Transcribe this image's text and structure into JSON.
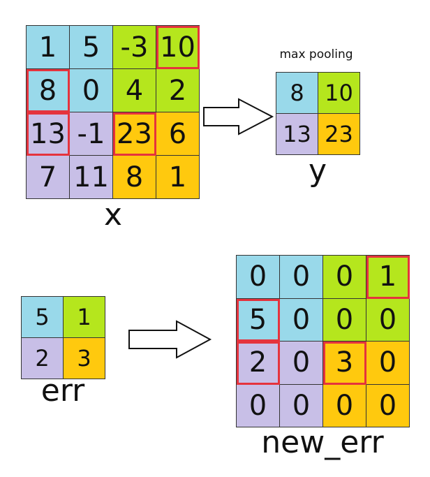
{
  "colors": {
    "blue": "#99d9ea",
    "green": "#b5e61d",
    "purple": "#c8bfe7",
    "yellow": "#ffc90e",
    "highlight": "#e5333d"
  },
  "x_grid": {
    "caption": "x",
    "cells": [
      [
        {
          "v": "1",
          "c": "blue"
        },
        {
          "v": "5",
          "c": "blue"
        },
        {
          "v": "-3",
          "c": "green"
        },
        {
          "v": "10",
          "c": "green",
          "hl": true
        }
      ],
      [
        {
          "v": "8",
          "c": "blue",
          "hl": true
        },
        {
          "v": "0",
          "c": "blue"
        },
        {
          "v": "4",
          "c": "green"
        },
        {
          "v": "2",
          "c": "green"
        }
      ],
      [
        {
          "v": "13",
          "c": "purple",
          "hl": true
        },
        {
          "v": "-1",
          "c": "purple"
        },
        {
          "v": "23",
          "c": "yellow",
          "hl": true
        },
        {
          "v": "6",
          "c": "yellow"
        }
      ],
      [
        {
          "v": "7",
          "c": "purple"
        },
        {
          "v": "11",
          "c": "purple"
        },
        {
          "v": "8",
          "c": "yellow"
        },
        {
          "v": "1",
          "c": "yellow"
        }
      ]
    ]
  },
  "y_grid": {
    "caption": "y",
    "title": "max pooling",
    "cells": [
      [
        {
          "v": "8",
          "c": "blue"
        },
        {
          "v": "10",
          "c": "green"
        }
      ],
      [
        {
          "v": "13",
          "c": "purple"
        },
        {
          "v": "23",
          "c": "yellow"
        }
      ]
    ]
  },
  "err_grid": {
    "caption": "err",
    "cells": [
      [
        {
          "v": "5",
          "c": "blue"
        },
        {
          "v": "1",
          "c": "green"
        }
      ],
      [
        {
          "v": "2",
          "c": "purple"
        },
        {
          "v": "3",
          "c": "yellow"
        }
      ]
    ]
  },
  "new_err_grid": {
    "caption": "new_err",
    "cells": [
      [
        {
          "v": "0",
          "c": "blue"
        },
        {
          "v": "0",
          "c": "blue"
        },
        {
          "v": "0",
          "c": "green"
        },
        {
          "v": "1",
          "c": "green",
          "hl": true
        }
      ],
      [
        {
          "v": "5",
          "c": "blue",
          "hl": true
        },
        {
          "v": "0",
          "c": "blue"
        },
        {
          "v": "0",
          "c": "green"
        },
        {
          "v": "0",
          "c": "green"
        }
      ],
      [
        {
          "v": "2",
          "c": "purple",
          "hl": true
        },
        {
          "v": "0",
          "c": "purple"
        },
        {
          "v": "3",
          "c": "yellow",
          "hl": true
        },
        {
          "v": "0",
          "c": "yellow"
        }
      ],
      [
        {
          "v": "0",
          "c": "purple"
        },
        {
          "v": "0",
          "c": "purple"
        },
        {
          "v": "0",
          "c": "yellow"
        },
        {
          "v": "0",
          "c": "yellow"
        }
      ]
    ]
  }
}
